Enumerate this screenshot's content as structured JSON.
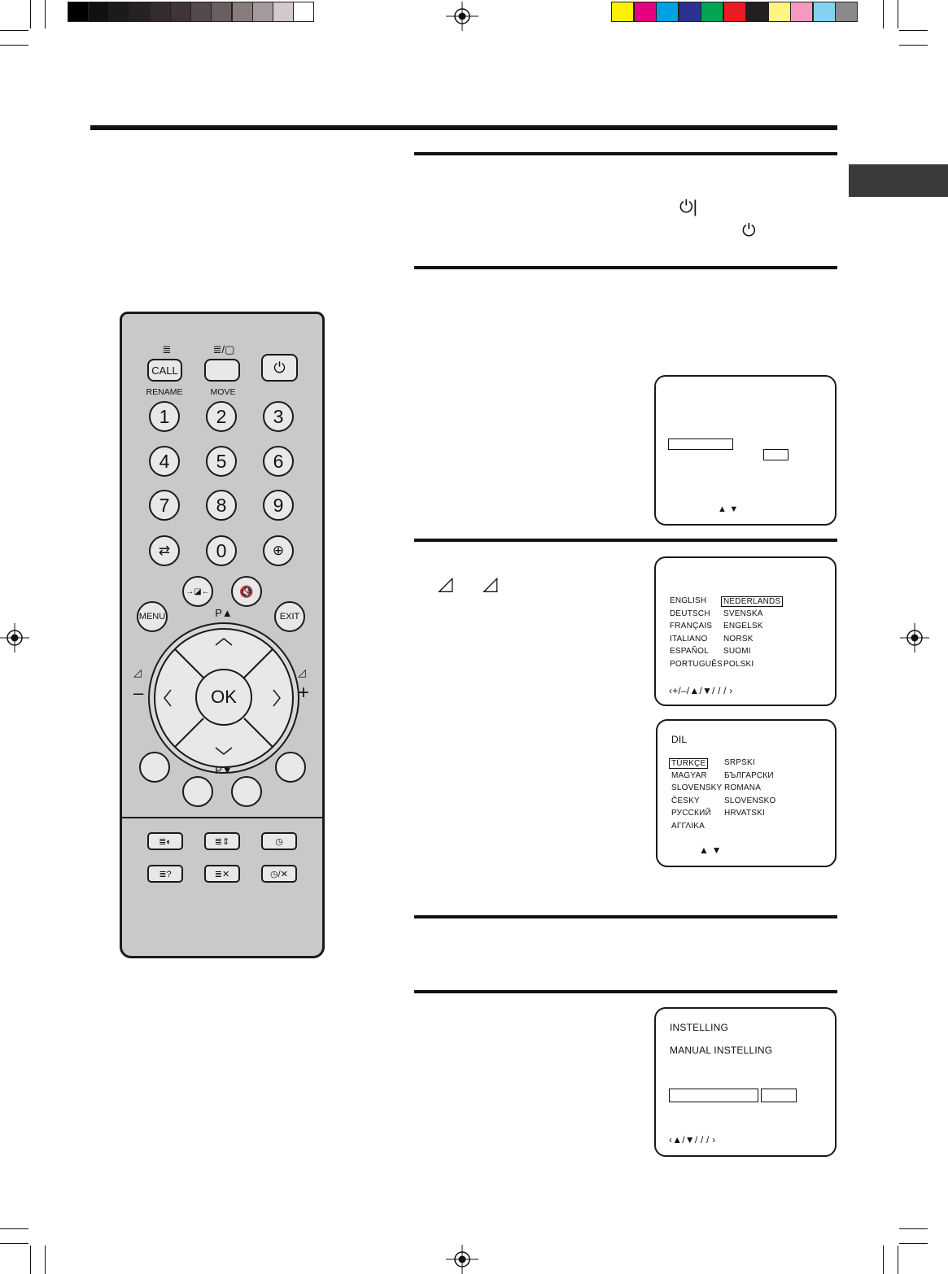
{
  "color_bar": {
    "grays": [
      "#000000",
      "#111111",
      "#1c1a1a",
      "#262222",
      "#342c2d",
      "#3f3536",
      "#544a4b",
      "#6a5f60",
      "#887c7d",
      "#a49a9b",
      "#d1c9ca",
      "#ffffff"
    ],
    "colors": [
      "#ffef00",
      "#e5007e",
      "#00a0e1",
      "#2e3192",
      "#00a651",
      "#ed1c24",
      "#231f20",
      "#fff383",
      "#f49ac1",
      "#86d0f0",
      "#8a8a8a"
    ]
  },
  "remote": {
    "call_icon_label": "≣",
    "mode_icon_label": "≣/▢",
    "call": "CALL",
    "rename": "RENAME",
    "move": "MOVE",
    "power": "⏻",
    "digits": [
      "1",
      "2",
      "3",
      "4",
      "5",
      "6",
      "7",
      "8",
      "9"
    ],
    "zero": "0",
    "back": "⇄",
    "input": "⊕",
    "picture": "→◪←",
    "mute": "🔇",
    "menu": "MENU",
    "exit": "EXIT",
    "p_up": "P▲",
    "p_down": "P▼",
    "ok": "OK",
    "vol_minus": "–",
    "vol_plus": "+",
    "vol_minus_sym": "◿",
    "vol_plus_sym": "◿"
  },
  "sections": {
    "power_icons": [
      "⏻|",
      "⏻"
    ],
    "vol_symbols": [
      "◿",
      "◿"
    ]
  },
  "screen_lang": {
    "col1": [
      "ENGLISH",
      "DEUTSCH",
      "FRANÇAIS",
      "ITALIANO",
      "ESPAÑOL",
      "PORTUGUÊS"
    ],
    "col2": [
      "NEDERLANDS",
      "SVENSKA",
      "ENGELSK",
      "NORSK",
      "SUOMI",
      "POLSKI"
    ],
    "footer": "‹+/–/▲/▼/      /          /         ›"
  },
  "screen_dil": {
    "title": "DIL",
    "col1": [
      "TÜRKÇE",
      "MAGYAR",
      "SLOVENSKY",
      "ČESKY",
      "РУССКИЙ",
      "ΑΓΓΛΙΚΑ"
    ],
    "col2": [
      "SRPSKI",
      "БЪЛГАРСКИ",
      "ROMANA",
      "SLOVENSKO",
      "HRVATSKI"
    ],
    "footer": "▲ ▼"
  },
  "screen_first": {
    "footer": "▲ ▼"
  },
  "screen_inst": {
    "title": "INSTELLING",
    "subtitle": "MANUAL INSTELLING",
    "footer": "‹▲/▼/      /          /         ›"
  }
}
